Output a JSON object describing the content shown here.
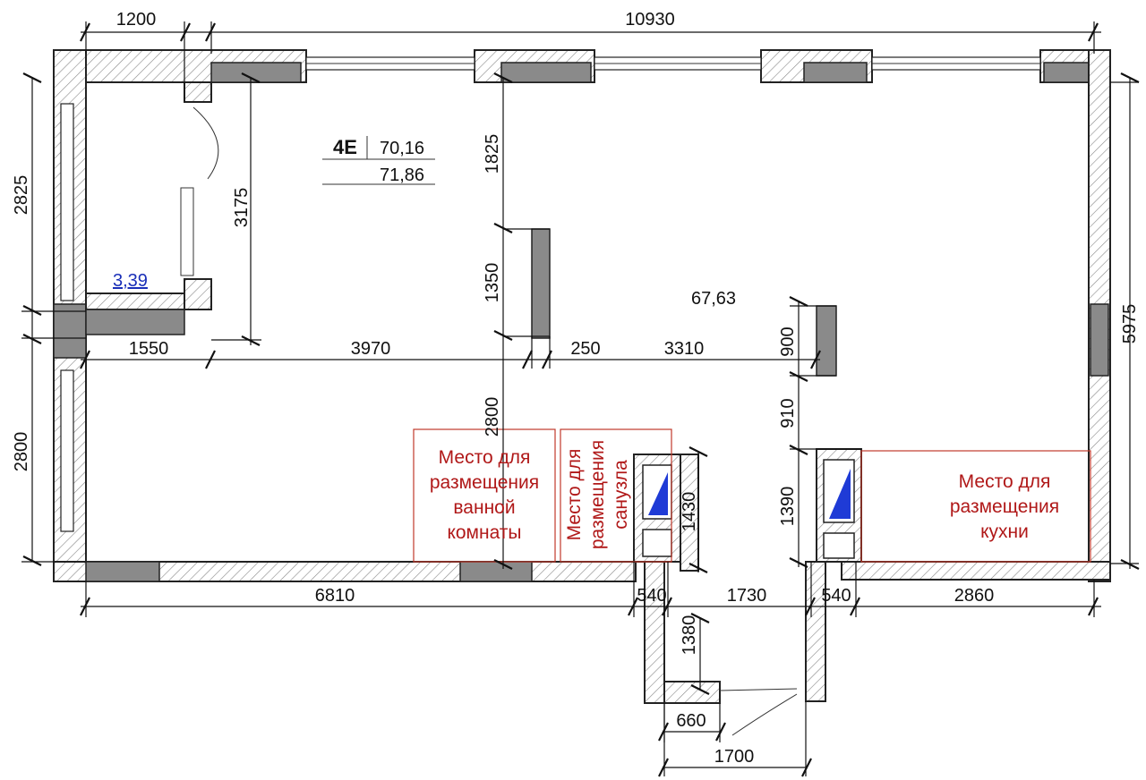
{
  "unit_label": {
    "code": "4Е",
    "area_primary": "70,16",
    "area_total": "71,86"
  },
  "room_areas": {
    "main": "67,63",
    "storage": "3,39"
  },
  "zones": {
    "bathroom": [
      "Место для",
      "размещения",
      "ванной",
      "комнаты"
    ],
    "toilet": [
      "Место для",
      "размещения",
      "санузла"
    ],
    "kitchen": [
      "Место для",
      "размещения",
      "кухни"
    ]
  },
  "dimensions": {
    "top_left": "1200",
    "top_overall": "10930",
    "left_upper": "2825",
    "left_lower": "2800",
    "storage_height": "3175",
    "partition_top": "1825",
    "partition_len": "1350",
    "mid_1550": "1550",
    "mid_3970": "3970",
    "mid_250": "250",
    "mid_3310": "3310",
    "right_900": "900",
    "right_910": "910",
    "right_1390": "1390",
    "right_overall": "5975",
    "center_2800": "2800",
    "shaft_1430": "1430",
    "bottom_6810": "6810",
    "bottom_540a": "540",
    "bottom_1730": "1730",
    "bottom_540b": "540",
    "bottom_2860": "2860",
    "corridor_1380": "1380",
    "corridor_660": "660",
    "corridor_1700": "1700"
  }
}
